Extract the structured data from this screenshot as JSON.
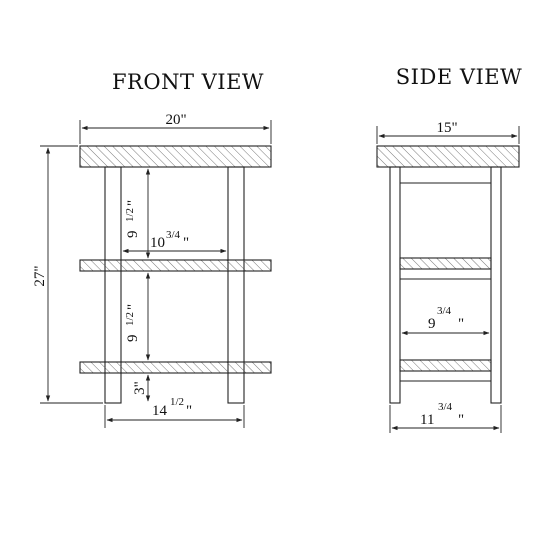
{
  "front_view": {
    "title": "FRONT VIEW",
    "width": "20\"",
    "height": "27\"",
    "upper_gap": "9 1/2\"",
    "upper_gap_whole": "9",
    "upper_gap_frac": "1/2",
    "upper_gap_quote": "\"",
    "inner_width": "10 3/4\"",
    "inner_width_whole": "10",
    "inner_width_frac": "3/4",
    "inner_width_quote": "\"",
    "lower_gap": "9 1/2\"",
    "lower_gap_whole": "9",
    "lower_gap_frac": "1/2",
    "lower_gap_quote": "\"",
    "foot_height": "3\"",
    "leg_span": "14 1/2\"",
    "leg_span_whole": "14",
    "leg_span_frac": "1/2",
    "leg_span_quote": "\""
  },
  "side_view": {
    "title": "SIDE VIEW",
    "depth": "15\"",
    "inner_depth": "9 3/4\"",
    "inner_depth_whole": "9",
    "inner_depth_frac": "3/4",
    "inner_depth_quote": "\"",
    "leg_span": "11 3/4\"",
    "leg_span_whole": "11",
    "leg_span_frac": "3/4",
    "leg_span_quote": "\""
  }
}
